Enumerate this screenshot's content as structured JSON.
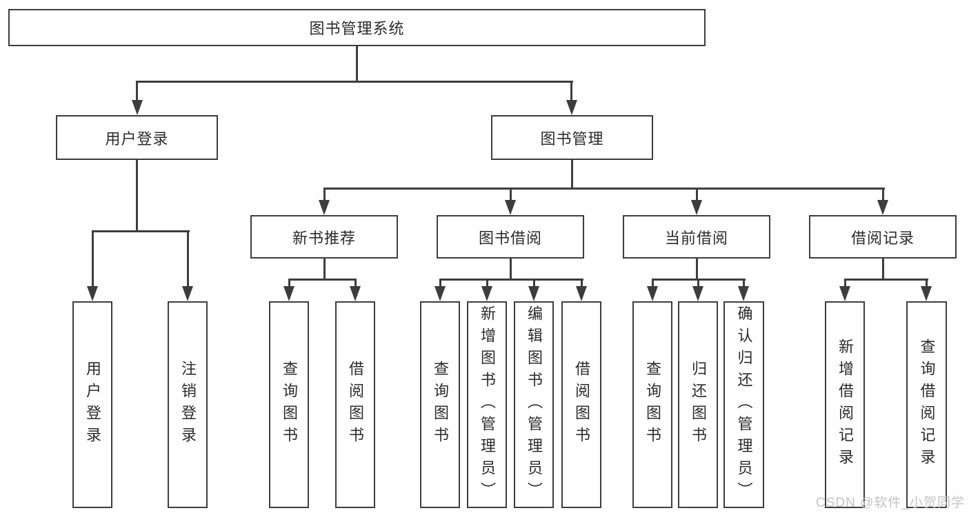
{
  "title": "图书管理系统",
  "nodes": {
    "root": "图书管理系统",
    "level2": [
      "用户登录",
      "图书管理"
    ],
    "level3": [
      "新书推荐",
      "图书借阅",
      "当前借阅",
      "借阅记录"
    ],
    "leaves": [
      "用户登录",
      "注销登录",
      "查询图书",
      "借阅图书",
      "查询图书",
      "新增图书（管理员）",
      "编辑图书（管理员）",
      "借阅图书",
      "查询图书",
      "归还图书",
      "确认归还（管理员）",
      "新增借阅记录",
      "查询借阅记录"
    ]
  },
  "watermark": "CSDN @软件_小贺同学",
  "colors": {
    "line": "#3d3d3d",
    "text": "#2b2b2b",
    "watermark": "#c3c3c3",
    "background": "#ffffff"
  }
}
